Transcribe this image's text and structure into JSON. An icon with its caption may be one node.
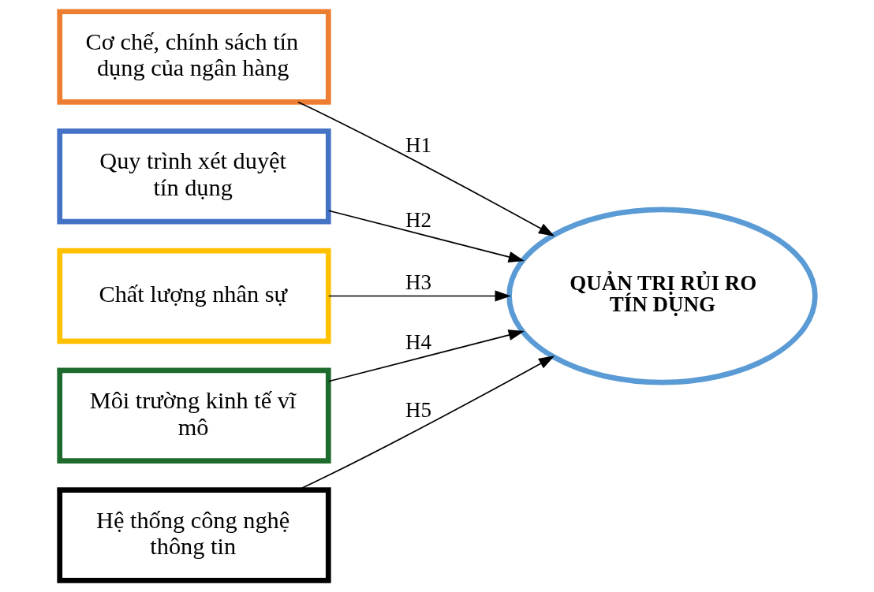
{
  "diagram": {
    "nodes": [
      {
        "text": [
          "Cơ chế, chính sách tín dụng của ngân hàng"
        ]
      },
      {
        "text": [
          "Quy trình xét duyệt tín dụng"
        ]
      },
      {
        "text": [
          "Chất lượng nhân sự"
        ]
      },
      {
        "text": [
          "Môi trường kinh tế vĩ mô"
        ]
      },
      {
        "text": [
          "Hệ thống công nghệ thông tin"
        ]
      },
      {
        "text": [
          "QUẢN TRỊ RỦI RO TÍN DỤNG"
        ]
      }
    ],
    "edges": [
      {
        "from": 0,
        "to": 5,
        "arrow": "to",
        "label": "H1"
      },
      {
        "from": 1,
        "to": 5,
        "arrow": "to",
        "label": "H2"
      },
      {
        "from": 2,
        "to": 5,
        "arrow": "to",
        "label": "H3"
      },
      {
        "from": 3,
        "to": 5,
        "arrow": "to",
        "label": "H4"
      },
      {
        "from": 4,
        "to": 5,
        "arrow": "to",
        "label": "H5"
      }
    ]
  }
}
